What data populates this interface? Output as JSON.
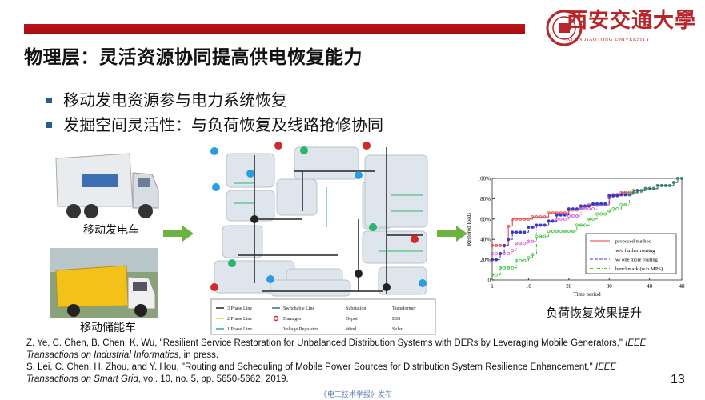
{
  "header": {
    "logo_text": "西安交通大學",
    "logo_subtitle": "XI'AN JIAOTONG UNIVERSITY",
    "accent": "#b8252b"
  },
  "title": "物理层：灵活资源协同提高供电恢复能力",
  "bullets": [
    "移动发电资源参与电力系统恢复",
    "发掘空间灵活性：与负荷恢复及线路抢修协同"
  ],
  "images": {
    "generator_caption": "移动发电车",
    "storage_caption": "移动储能车"
  },
  "diagram": {
    "legend": [
      "3 Phase Line",
      "2 Phase Line",
      "1 Phase Line",
      "Switchable Line",
      "Damages",
      "Voltage Regulator",
      "Substation",
      "Depot",
      "Wind",
      "Transformer",
      "ESS",
      "Solar"
    ]
  },
  "chart_caption": "负荷恢复效果提升",
  "chart_data": {
    "type": "line",
    "xlabel": "Time period",
    "ylabel": "Restored loads",
    "xlim": [
      1,
      48
    ],
    "ylim": [
      0,
      100
    ],
    "xticks": [
      "1",
      "10",
      "20",
      "30",
      "40",
      "48"
    ],
    "yticks": [
      "0",
      "20%",
      "40%",
      "60%",
      "80%",
      "100%"
    ],
    "legend_position": "bottom-right",
    "series": [
      {
        "name": "proposed method",
        "color": "#e0393e",
        "values": [
          34,
          34,
          34,
          34,
          53,
          60,
          60,
          60,
          60,
          60,
          62,
          62,
          62,
          62,
          66,
          66,
          66,
          66,
          66,
          69,
          69,
          69,
          72,
          72,
          74,
          74,
          74,
          74,
          74,
          81,
          84,
          84,
          86,
          86,
          86,
          88,
          88,
          88,
          90,
          90,
          90,
          93,
          93,
          93,
          93,
          96,
          100,
          100
        ]
      },
      {
        "name": "w/o further routing",
        "color": "#d44fd4",
        "values": [
          26,
          26,
          26,
          26,
          26,
          29,
          36,
          36,
          36,
          38,
          38,
          54,
          54,
          54,
          58,
          58,
          60,
          60,
          60,
          63,
          63,
          63,
          70,
          70,
          70,
          70,
          74,
          74,
          74,
          83,
          83,
          83,
          84,
          84,
          84,
          86,
          88,
          88,
          90,
          90,
          90,
          93,
          93,
          93,
          93,
          96,
          100,
          100
        ]
      },
      {
        "name": "w/ one more routing",
        "color": "#3a3ac8",
        "values": [
          20,
          20,
          26,
          34,
          40,
          47,
          47,
          47,
          47,
          52,
          52,
          54,
          54,
          54,
          58,
          58,
          64,
          64,
          64,
          70,
          70,
          70,
          73,
          73,
          73,
          75,
          75,
          75,
          75,
          83,
          83,
          83,
          84,
          84,
          84,
          86,
          88,
          88,
          90,
          90,
          90,
          93,
          93,
          93,
          93,
          96,
          100,
          100
        ]
      },
      {
        "name": "benchmark (w/o MPS)",
        "color": "#3cc43c",
        "values": [
          5,
          5,
          12,
          12,
          12,
          12,
          19,
          19,
          19,
          22,
          25,
          43,
          43,
          43,
          48,
          48,
          48,
          48,
          48,
          48,
          48,
          54,
          54,
          54,
          60,
          60,
          65,
          65,
          65,
          68,
          70,
          70,
          74,
          74,
          86,
          86,
          86,
          88,
          90,
          90,
          90,
          93,
          93,
          93,
          93,
          96,
          100,
          100
        ]
      }
    ]
  },
  "references": [
    {
      "plain": "Z. Ye, C. Chen, B. Chen, K. Wu, \"Resilient Service Restoration for Unbalanced Distribution Systems with DERs by Leveraging Mobile Generators,\" ",
      "italic": "IEEE Transactions on Industrial Informatics",
      "tail": ", in press."
    },
    {
      "plain": "S. Lei, C. Chen, H. Zhou, and Y. Hou, \"Routing and Scheduling of Mobile Power Sources for Distribution System Resilience Enhancement,\" ",
      "italic": "IEEE Transactions on Smart Grid",
      "tail": ", vol. 10, no. 5, pp. 5650-5662, 2019."
    }
  ],
  "page_number": "13",
  "footer": "《电工技术学报》发布"
}
